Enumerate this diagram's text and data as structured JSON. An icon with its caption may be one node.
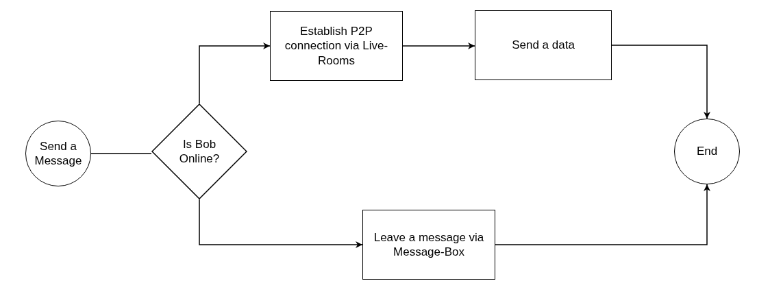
{
  "diagram": {
    "nodes": [
      {
        "text": [
          "Send a Message"
        ]
      },
      {
        "text": [
          "Is Bob Online?"
        ]
      },
      {
        "text": [
          "Establish P2P connection via Live-Rooms"
        ]
      },
      {
        "text": [
          "Send a data"
        ]
      },
      {
        "text": [
          "End"
        ]
      },
      {
        "text": [
          "Leave a message via Message-Box"
        ]
      }
    ],
    "edges": [
      {
        "from": 0,
        "to": 1,
        "arrow": "none"
      },
      {
        "from": 1,
        "to": 2,
        "arrow": "to"
      },
      {
        "from": 1,
        "to": 5,
        "arrow": "to"
      },
      {
        "from": 2,
        "to": 3,
        "arrow": "to"
      },
      {
        "from": 3,
        "to": 4,
        "arrow": "to"
      },
      {
        "from": 5,
        "to": 4,
        "arrow": "to"
      }
    ]
  }
}
